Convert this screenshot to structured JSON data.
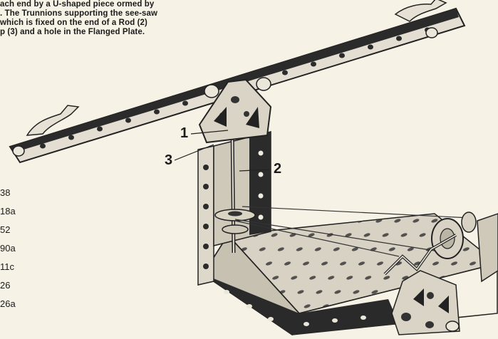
{
  "caption": {
    "lines": [
      "ach end by a U-shaped piece  ormed by",
      ". The Trunnions supporting the see-saw",
      "which is fixed on the end of a Rod (2)",
      "p (3) and a hole in the Flanged Plate."
    ]
  },
  "parts_list": [
    "38",
    "18a",
    "52",
    "90a",
    "11c",
    "26",
    "26a"
  ],
  "callouts": {
    "c1": "1",
    "c2": "2",
    "c3": "3"
  }
}
